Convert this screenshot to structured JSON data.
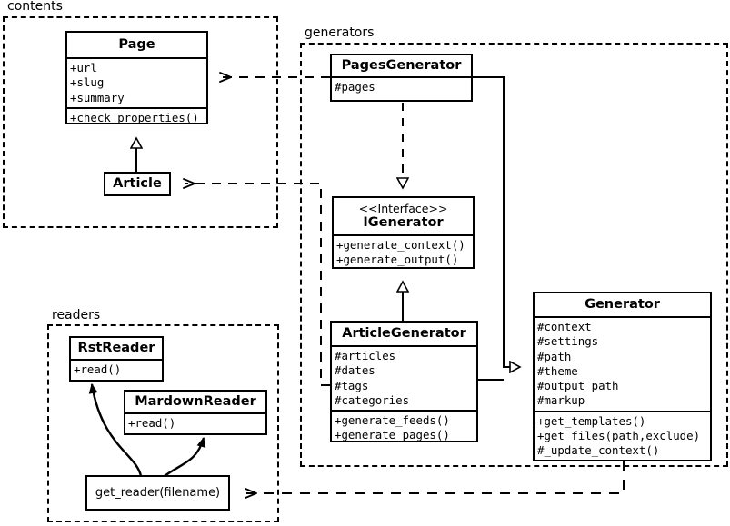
{
  "diagram": {
    "kind": "uml-class-diagram",
    "packages": [
      {
        "id": "contents",
        "label": "contents"
      },
      {
        "id": "generators",
        "label": "generators"
      },
      {
        "id": "readers",
        "label": "readers"
      }
    ],
    "classes": {
      "page": {
        "name": "Page",
        "attributes": [
          "+url",
          "+slug",
          "+summary"
        ],
        "operations": [
          "+check_properties()"
        ]
      },
      "article": {
        "name": "Article",
        "attributes": [],
        "operations": []
      },
      "pages_generator": {
        "name": "PagesGenerator",
        "attributes": [
          "#pages"
        ],
        "operations": []
      },
      "igenerator": {
        "stereotype": "<<Interface>>",
        "name": "IGenerator",
        "attributes": [],
        "operations": [
          "+generate_context()",
          "+generate_output()"
        ]
      },
      "article_generator": {
        "name": "ArticleGenerator",
        "attributes": [
          "#articles",
          "#dates",
          "#tags",
          "#categories"
        ],
        "operations": [
          "+generate_feeds()",
          "+generate_pages()"
        ]
      },
      "generator": {
        "name": "Generator",
        "attributes": [
          "#context",
          "#settings",
          "#path",
          "#theme",
          "#output_path",
          "#markup"
        ],
        "operations": [
          "+get_templates()",
          "+get_files(path,exclude)",
          "#_update_context()"
        ]
      },
      "rst_reader": {
        "name": "RstReader",
        "attributes": [],
        "operations": [
          "+read()"
        ]
      },
      "mardown_reader": {
        "name": "MardownReader",
        "attributes": [],
        "operations": [
          "+read()"
        ]
      }
    },
    "functions": {
      "get_reader": {
        "label": "get_reader(filename)"
      }
    },
    "relations": [
      {
        "from": "article",
        "to": "page",
        "type": "generalization"
      },
      {
        "from": "pages_generator",
        "to": "igenerator",
        "type": "realization"
      },
      {
        "from": "article_generator",
        "to": "igenerator",
        "type": "generalization"
      },
      {
        "from": "pages_generator",
        "to": "generator",
        "type": "generalization"
      },
      {
        "from": "article_generator",
        "to": "generator",
        "type": "generalization"
      },
      {
        "from": "pages_generator",
        "to": "page",
        "type": "dependency"
      },
      {
        "from": "article_generator",
        "to": "article",
        "type": "dependency"
      },
      {
        "from": "generator",
        "to": "get_reader",
        "type": "dependency"
      },
      {
        "from": "get_reader",
        "to": "rst_reader",
        "type": "call"
      },
      {
        "from": "get_reader",
        "to": "mardown_reader",
        "type": "call"
      }
    ],
    "colors": {
      "stroke": "#000000",
      "fill": "#ffffff"
    }
  }
}
